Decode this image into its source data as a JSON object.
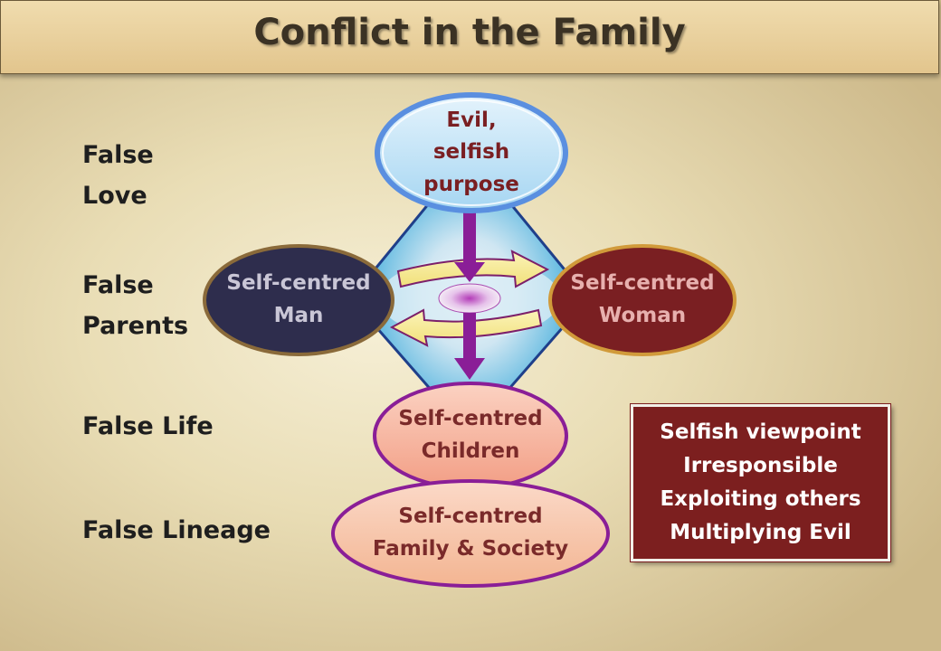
{
  "title": "Conflict in the Family",
  "side_labels": [
    {
      "line1": "False",
      "line2": "Love"
    },
    {
      "line1": "False",
      "line2": "Parents"
    },
    {
      "line1": "False Life"
    },
    {
      "line1": "False Lineage"
    }
  ],
  "nodes": {
    "purpose": {
      "lines": [
        "Evil,",
        "selfish",
        "purpose"
      ]
    },
    "man": {
      "lines": [
        "Self-centred",
        "Man"
      ]
    },
    "woman": {
      "lines": [
        "Self-centred",
        "Woman"
      ]
    },
    "children": {
      "lines": [
        "Self-centred",
        "Children"
      ]
    },
    "family": {
      "lines": [
        "Self-centred",
        "Family & Society"
      ]
    }
  },
  "summary_box": {
    "lines": [
      "Selfish viewpoint",
      "Irresponsible",
      "Exploiting others",
      "Multiplying Evil"
    ]
  },
  "colors": {
    "diamond": "#2aa3d8",
    "purpose_fill": "#bfe3f7",
    "man_fill": "#2e2d4d",
    "woman_fill": "#7a1f22",
    "children_fill": "#f7b9a2",
    "family_fill": "#f5c3a8",
    "arrow_purple": "#8a1e97",
    "box_fill": "#7c1f1f"
  }
}
